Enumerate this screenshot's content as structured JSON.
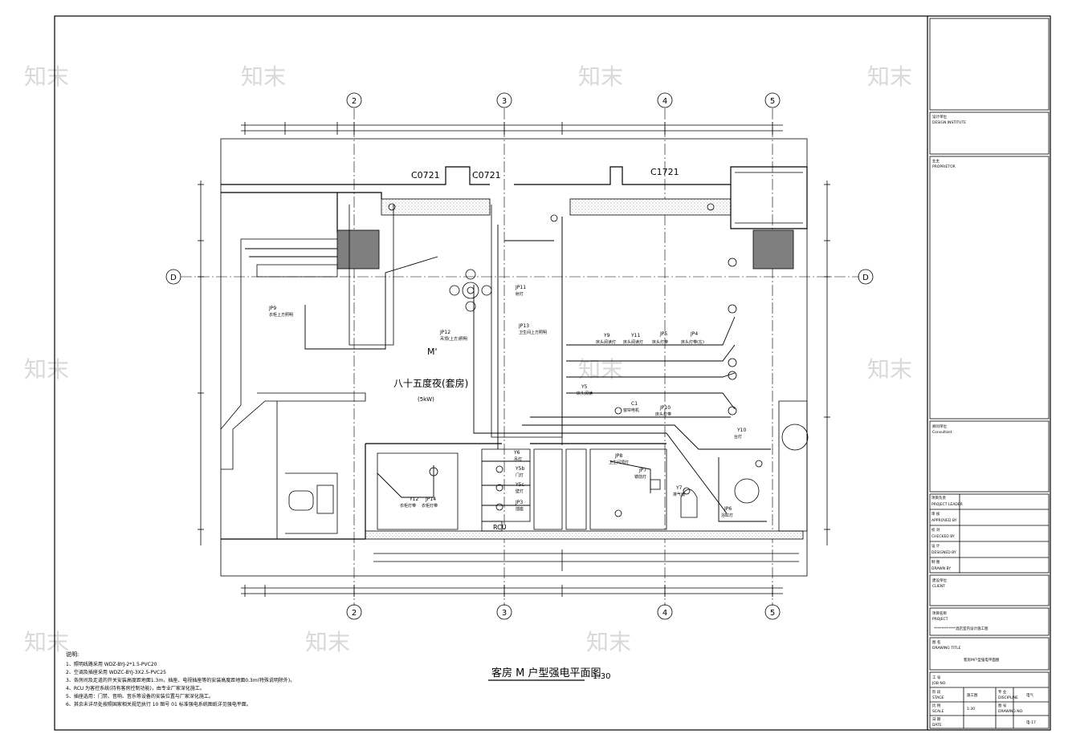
{
  "drawing": {
    "title": "客房 M 户型强电平面图",
    "scale": "1:30",
    "room_name": "八十五度夜(套房)",
    "room_sub": "(5kW)",
    "room_code": "M'",
    "rcu": "RCU",
    "axes_vertical": [
      "2",
      "3",
      "4",
      "5"
    ],
    "axis_horizontal": "D",
    "windows": [
      "C0721",
      "C0721",
      "C1721"
    ]
  },
  "circuits": [
    {
      "code": "JP9",
      "desc": "衣柜上方照明"
    },
    {
      "code": "JP12",
      "desc": "吊顶(上方)照明"
    },
    {
      "code": "JP11",
      "desc": "射灯"
    },
    {
      "code": "JP13",
      "desc": "卫生间上方照明"
    },
    {
      "code": "Y9",
      "desc": "床头阅读灯"
    },
    {
      "code": "Y11",
      "desc": "床头阅读灯"
    },
    {
      "code": "JP5",
      "desc": "床头灯带"
    },
    {
      "code": "JP4",
      "desc": "床头灯带(左)"
    },
    {
      "code": "Y5",
      "desc": "床头阅读"
    },
    {
      "code": "C1",
      "desc": "窗帘电机"
    },
    {
      "code": "JP10",
      "desc": "床头灯带"
    },
    {
      "code": "Y10",
      "desc": "台灯"
    },
    {
      "code": "Y12",
      "desc": "衣柜灯带"
    },
    {
      "code": "JP14",
      "desc": "衣柜灯带"
    },
    {
      "code": "Y6",
      "desc": "吊灯"
    },
    {
      "code": "Y5b",
      "desc": "门灯"
    },
    {
      "code": "Y5c",
      "desc": "壁灯"
    },
    {
      "code": "JP3",
      "desc": "插座"
    },
    {
      "code": "JP8",
      "desc": "卫生间顶灯"
    },
    {
      "code": "JP7",
      "desc": "镜前灯"
    },
    {
      "code": "Y7",
      "desc": "排气扇"
    },
    {
      "code": "JP6",
      "desc": "浴缸灯"
    }
  ],
  "notes": {
    "heading": "说明:",
    "lines": [
      "1、照明线路采用    WDZ-BYJ-2*1.5-PVC20",
      "2、空调及插座采用    WDZC-BYJ-3X2.5-PVC25",
      "3、各房间及走道的开关安装高度距地面1.3m，插座、电视插座等的安装高度距地面0.3m(特殊说明除外)。",
      "4、RCU 为客控系统(持有客房控制功能)，由专业厂家深化施工。",
      "5、插座选用：门禁、音响、音乐等设备的安装位置与厂家深化施工。",
      "6、其余未详尽处按照国家相关规范执行          10  图号 01  标准强电系统图纸详见强电平面。"
    ]
  },
  "title_block": {
    "design_institute": "设计单位",
    "design_institute_en": "DESIGN INSTITUTE",
    "owner": "业主",
    "owner_en": "PROPRIETOR",
    "consultant": "顾问单位",
    "consultant_en": "Consultant",
    "rows": [
      {
        "cn": "项目负责",
        "en": "PROJECT LEADER"
      },
      {
        "cn": "审 核",
        "en": "APPROVED BY"
      },
      {
        "cn": "校 对",
        "en": "CHECKED BY"
      },
      {
        "cn": "设 计",
        "en": "DESIGNED BY"
      },
      {
        "cn": "制 图",
        "en": "DRAWN BY"
      }
    ],
    "client_cn": "建设单位",
    "client_en": "CLIENT",
    "project_cn": "项目名称",
    "project_en": "PROJECT",
    "project_name": "************酒店室内设计施工图",
    "drawing_title_cn": "图 名",
    "drawing_title_en": "DRAWING TITLE",
    "drawing_title": "客房M户型强电平面图",
    "job_no_cn": "工 号",
    "job_no_en": "JOB NO.",
    "phase_cn": "阶 段",
    "phase_en": "STAGE",
    "phase_value": "施工图",
    "spec_cn": "专 业",
    "spec_en": "DISCIPLINE",
    "spec_value": "电气",
    "scale_cn": "比 例",
    "scale_en": "SCALE",
    "scale_value": "1:30",
    "date_cn": "日 期",
    "date_en": "DATE",
    "drawing_no_cn": "图 号",
    "drawing_no_en": "DRAWING NO.",
    "drawing_no_value": "电-17"
  },
  "watermark": "知末"
}
